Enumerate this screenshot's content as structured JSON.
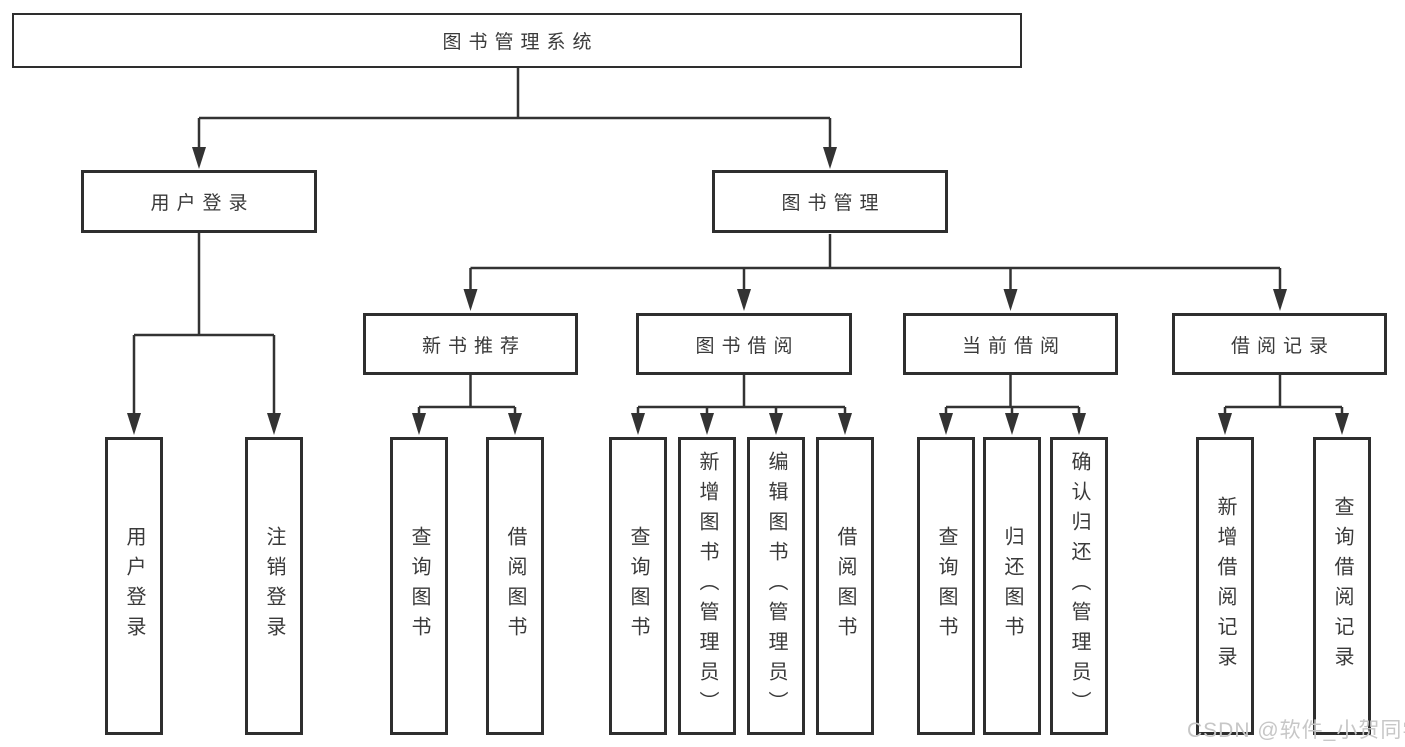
{
  "watermark": "CSDN @软件_小贺同学",
  "colors": {
    "line": "#333333",
    "box_border": "#2e2e2e",
    "box_background": "#ffffff",
    "text": "#3a3a3a",
    "watermark": "#c7c7c7",
    "background": "#ffffff"
  },
  "tree": {
    "root": {
      "label": "图书管理系统"
    },
    "branches": [
      {
        "label": "用户登录",
        "children": [
          {
            "label": "用户登录"
          },
          {
            "label": "注销登录"
          }
        ]
      },
      {
        "label": "图书管理",
        "groups": [
          {
            "label": "新书推荐",
            "children": [
              {
                "label": "查询图书"
              },
              {
                "label": "借阅图书"
              }
            ]
          },
          {
            "label": "图书借阅",
            "children": [
              {
                "label": "查询图书"
              },
              {
                "label": "新增图书（管理员）"
              },
              {
                "label": "编辑图书（管理员）"
              },
              {
                "label": "借阅图书"
              }
            ]
          },
          {
            "label": "当前借阅",
            "children": [
              {
                "label": "查询图书"
              },
              {
                "label": "归还图书"
              },
              {
                "label": "确认归还（管理员）"
              }
            ]
          },
          {
            "label": "借阅记录",
            "children": [
              {
                "label": "新增借阅记录"
              },
              {
                "label": "查询借阅记录"
              }
            ]
          }
        ]
      }
    ]
  }
}
